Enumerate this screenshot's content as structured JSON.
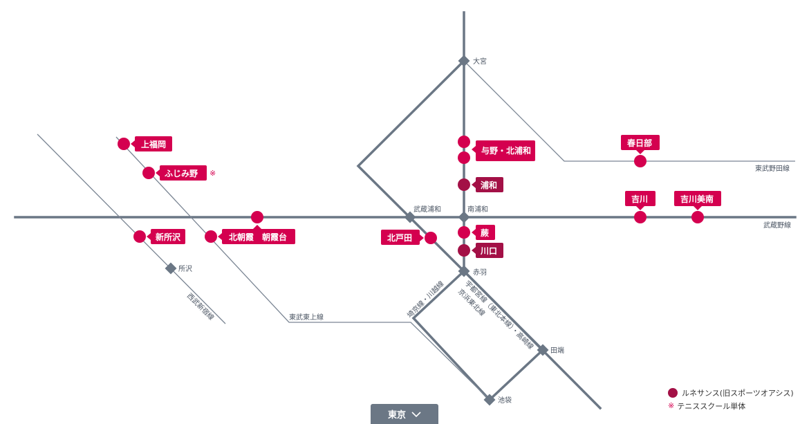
{
  "stations": {
    "omiya": "大宮",
    "musashi_urawa": "武蔵浦和",
    "minami_urawa": "南浦和",
    "akabane": "赤羽",
    "tokorozawa": "所沢",
    "tabata": "田端",
    "ikebukuro": "池袋"
  },
  "lines": {
    "tobu_noda": "東武野田線",
    "musashino": "武蔵野線",
    "seibu_shinjuku": "西武新宿線",
    "tobu_tojo": "東武東上線",
    "saikyo_kawagoe": "埼京線・川越線",
    "utsunomiya": "宇都宮線（東北本線）・高崎線",
    "keihin_tohoku": "京浜東北線"
  },
  "clubs": {
    "kamifukuoka": "上福岡",
    "fujimino": "ふじみ野",
    "fujimino_note": "※",
    "shintokorozawa": "新所沢",
    "kitaasaka": "北朝霞　朝霞台",
    "kitatoda": "北戸田",
    "yono": "与野・北浦和",
    "urawa": "浦和",
    "warabi": "蕨",
    "kawaguchi": "川口",
    "kasukabe": "春日部",
    "yoshikawa": "吉川",
    "yoshikawaminami": "吉川美南"
  },
  "tokyo_button": {
    "label": "東京",
    "icon": "chevron-down-icon"
  },
  "legend": {
    "dark_label": "ルネサンス(旧スポーツオアシス)",
    "tennis_mark": "※",
    "tennis_label": "テニススクール単体"
  },
  "colors": {
    "club": "#d4004f",
    "club_dark": "#a31046",
    "line": "#6b7785",
    "line_thin": "#7a8593"
  }
}
